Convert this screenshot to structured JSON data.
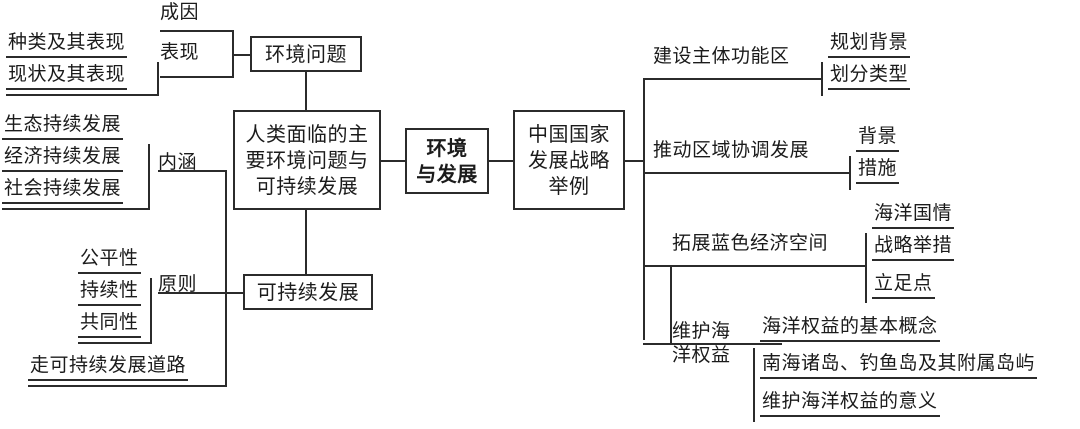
{
  "diagram": {
    "title": "环境与发展",
    "type": "knowledge-structure-tree",
    "line_color": "#2b2b2b",
    "text_color": "#1b1b1b",
    "background": "#ffffff"
  },
  "center": {
    "root_label": "环境\n与发展",
    "root_line1": "环境",
    "root_line2": "与发展"
  },
  "left_branch": {
    "main_box_line1": "人类面临的主",
    "main_box_line2": "要环境问题与",
    "main_box_line3": "可持续发展",
    "sub_env": {
      "box_label": "环境问题",
      "groups": [
        {
          "label": "成因",
          "items": []
        },
        {
          "label": "表现",
          "items": [
            "种类及其表现",
            "现状及其表现"
          ]
        }
      ]
    },
    "sub_sustain": {
      "box_label": "可持续发展",
      "groups": [
        {
          "label": "内涵",
          "items": [
            "生态持续发展",
            "经济持续发展",
            "社会持续发展"
          ]
        },
        {
          "label": "原则",
          "items": [
            "公平性",
            "持续性",
            "共同性"
          ]
        },
        {
          "label": "",
          "items": [
            "走可持续发展道路"
          ]
        }
      ]
    }
  },
  "right_branch": {
    "main_box_line1": "中国国家",
    "main_box_line2": "发展战略",
    "main_box_line3": "举例",
    "topics": [
      {
        "label": "建设主体功能区",
        "items": [
          "规划背景",
          "划分类型"
        ]
      },
      {
        "label": "推动区域协调发展",
        "items": [
          "背景",
          "措施"
        ]
      },
      {
        "label": "拓展蓝色经济空间",
        "items": [
          "海洋国情",
          "战略举措",
          "立足点"
        ]
      },
      {
        "label_line1": "维护海",
        "label_line2": "洋权益",
        "label": "维护海洋权益",
        "items": [
          "海洋权益的基本概念",
          "南海诸岛、钓鱼岛及其附属岛屿",
          "维护海洋权益的意义"
        ]
      }
    ]
  }
}
